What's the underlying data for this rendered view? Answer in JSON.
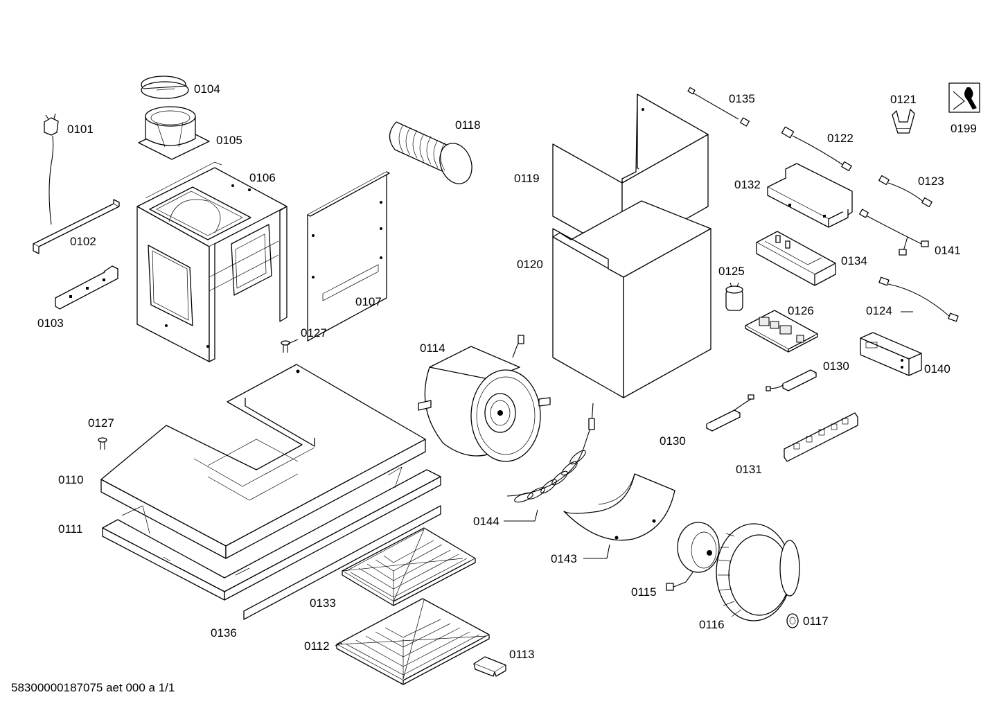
{
  "labels": {
    "p0101": "0101",
    "p0102": "0102",
    "p0103": "0103",
    "p0104": "0104",
    "p0105": "0105",
    "p0106": "0106",
    "p0107": "0107",
    "p0110": "0110",
    "p0111": "0111",
    "p0112": "0112",
    "p0113": "0113",
    "p0114": "0114",
    "p0115": "0115",
    "p0116": "0116",
    "p0117": "0117",
    "p0118": "0118",
    "p0119": "0119",
    "p0120": "0120",
    "p0121": "0121",
    "p0122": "0122",
    "p0123": "0123",
    "p0124": "0124",
    "p0125": "0125",
    "p0126": "0126",
    "p0127a": "0127",
    "p0127b": "0127",
    "p0130a": "0130",
    "p0130b": "0130",
    "p0131": "0131",
    "p0132": "0132",
    "p0133": "0133",
    "p0134": "0134",
    "p0135": "0135",
    "p0136": "0136",
    "p0140": "0140",
    "p0141": "0141",
    "p0143": "0143",
    "p0144": "0144",
    "p0199": "0199"
  },
  "footer": "58300000187075 aet 000 a 1/1",
  "icons": {
    "service": "wrench-icon"
  }
}
